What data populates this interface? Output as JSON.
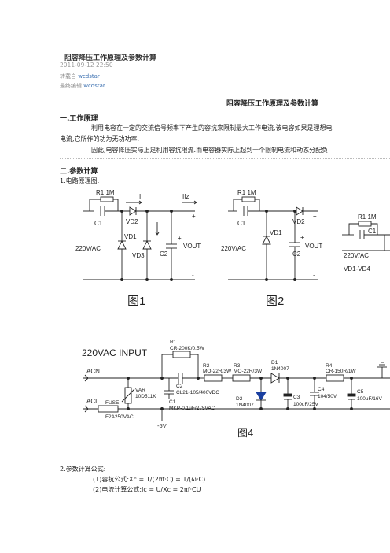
{
  "article": {
    "title": "阻容降压工作原理及参数计算",
    "date": "2011-09-12 22:50",
    "reprinted_prefix": "转载自",
    "reprinted_user": "wcdstar",
    "edited_prefix": "最终编辑",
    "edited_user": "wcdstar",
    "center_title": "阻容降压工作原理及参数计算"
  },
  "section1": {
    "heading": "一.工作原理",
    "line1": "利用电容在一定的交流信号频率下产生的容抗来限制最大工作电流,该电容如果是理想电",
    "line2": "电流,它所作的功为无功功率.",
    "line3": "因此,电容降压实际上是利用容抗限流.而电容器实际上起到一个限制电流和动态分配负"
  },
  "section2": {
    "heading": "二.参数计算",
    "sub1": "1.电路原理图:",
    "sub2": "2.参数计算公式:",
    "formula1": "(1)容抗公式:Xc = 1/(2πf·C) = 1/(ω·C)",
    "formula2": "(2)电流计算公式:Ic = U/Xc = 2πf·CU"
  },
  "fig1": {
    "caption": "图1",
    "r1": "R1 1M",
    "c1": "C1",
    "i": "I",
    "iz": "Ifz",
    "vd2": "VD2",
    "vd1": "VD1",
    "vd3": "VD3",
    "c2": "C2",
    "vout": "VOUT",
    "input": "220V/AC",
    "plus": "+",
    "minus": "-"
  },
  "fig2": {
    "caption": "图2",
    "r1": "R1 1M",
    "c1": "C1",
    "vd2": "VD2",
    "vd1": "VD1",
    "c2": "C2",
    "vout": "VOUT",
    "input": "220V/AC",
    "plus": "+",
    "minus": "-"
  },
  "fig3": {
    "r1": "R1 1M",
    "c1": "C1",
    "input": "220V/AC",
    "vd": "VD1-VD4"
  },
  "fig4": {
    "caption": "图4",
    "header": "220VAC INPUT",
    "acn": "ACN",
    "acl": "ACL",
    "r1": "R1",
    "r1v": "CR-200K/0.5W",
    "c2": "C2",
    "c2v": "CL21-105/400VDC",
    "c1": "C1",
    "c1v": "MKP-0.1uF/275VAC",
    "r2": "R2",
    "r2v": "MO-22R/3W",
    "r3": "R3",
    "r3v": "MO-22R/3W",
    "d1": "D1",
    "d1v": "1N4007",
    "r4": "R4",
    "r4v": "CR-150R/1W",
    "var": "VAR",
    "varv": "10D511K",
    "fuse": "FUSE",
    "fusev": "F2A250VAC",
    "d2": "D2",
    "d2v": "1N4007",
    "c3": "C3",
    "c3v": "100uF/25V",
    "c4": "C4",
    "c4v": "104/50V",
    "c5": "C5",
    "c5v": "100uF/16V",
    "neg": "-5V"
  },
  "colors": {
    "link": "#3a6fb0",
    "wire": "#222222",
    "meta": "#888888"
  }
}
